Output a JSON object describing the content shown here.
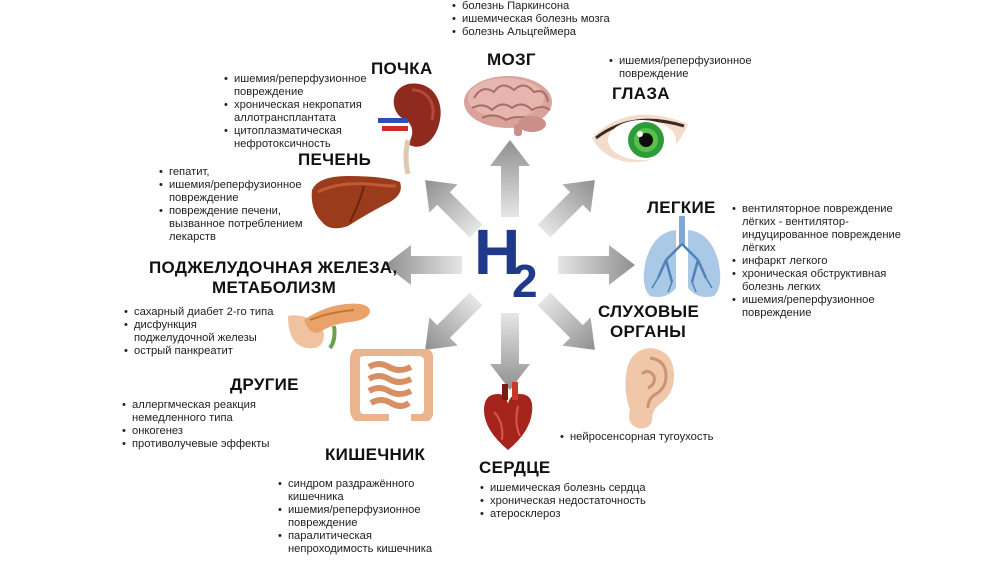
{
  "center": {
    "symbol": "H",
    "subscript": "2",
    "color": "#1f3a8a"
  },
  "sections": {
    "brain": {
      "title": "МОЗГ",
      "items": [
        "болезнь Паркинсона",
        "ишемическая болезнь мозга",
        "болезнь Альцгеймера"
      ]
    },
    "kidney": {
      "title": "ПОЧКА",
      "items": [
        "ишемия/реперфузионное\nповреждение",
        "хроническая некропатия\nаллотрансплантата",
        "цитоплазматическая\nнефротоксичность"
      ]
    },
    "eyes": {
      "title": "ГЛАЗА",
      "items": [
        "ишемия/реперфузионное\nповреждение"
      ]
    },
    "liver": {
      "title": "ПЕЧЕНЬ",
      "items": [
        "гепатит,",
        "ишемия/реперфузионное\nповреждение",
        "повреждение печени,\nвызванное потреблением\nлекарств"
      ]
    },
    "lungs": {
      "title": "ЛЕГКИЕ",
      "items": [
        "вентиляторное повреждение\nлёгких - вентилятор-\nиндуцированное повреждение\nлёгких",
        "инфаркт легкого",
        "хроническая обструктивная\nболезнь легких",
        "ишемия/реперфузионное\nповреждение"
      ]
    },
    "pancreas": {
      "title_line1": "ПОДЖЕЛУДОЧНАЯ ЖЕЛЕЗА,",
      "title_line2": "МЕТАБОЛИЗМ",
      "items": [
        "сахарный диабет 2-го типа",
        "дисфункция\nподжелудочной железы",
        "острый панкреатит"
      ]
    },
    "hearing": {
      "title_line1": "СЛУХОВЫЕ",
      "title_line2": "ОРГАНЫ",
      "items": [
        "нейросенсорная тугоухость"
      ]
    },
    "other": {
      "title": "ДРУГИЕ",
      "items": [
        "аллергмческая реакция\nнемедленного типа",
        "онкогенез",
        "противолучевые эффекты"
      ]
    },
    "intestine": {
      "title": "КИШЕЧНИК",
      "items": [
        "синдром раздражённого\nкишечника",
        "ишемия/реперфузионное\nповреждение",
        "паралитическая\nнепроходимость кишечника"
      ]
    },
    "heart": {
      "title": "СЕРДЦЕ",
      "items": [
        "ишемическая болезнь сердца",
        "хроническая недостаточность",
        "атеросклероз"
      ]
    }
  },
  "icons": {
    "brain": "brain-icon",
    "kidney": "kidney-icon",
    "eye": "eye-icon",
    "liver": "liver-icon",
    "lungs": "lungs-icon",
    "pancreas": "pancreas-icon",
    "ear": "ear-icon",
    "intestine": "intestine-icon",
    "heart": "heart-icon"
  },
  "colors": {
    "arrow": "#9a9a9a",
    "title": "#111111",
    "h2": "#1f3a8a",
    "brain": "#c98f88",
    "kidney": "#8e2a1e",
    "liver": "#9a3b1c",
    "lungs": "#6fa3cf",
    "heart": "#a5241b",
    "ear": "#f0c7a8",
    "intestine": "#e9b48e",
    "pancreas": "#e8a26a",
    "iris": "#2e9b3a"
  }
}
